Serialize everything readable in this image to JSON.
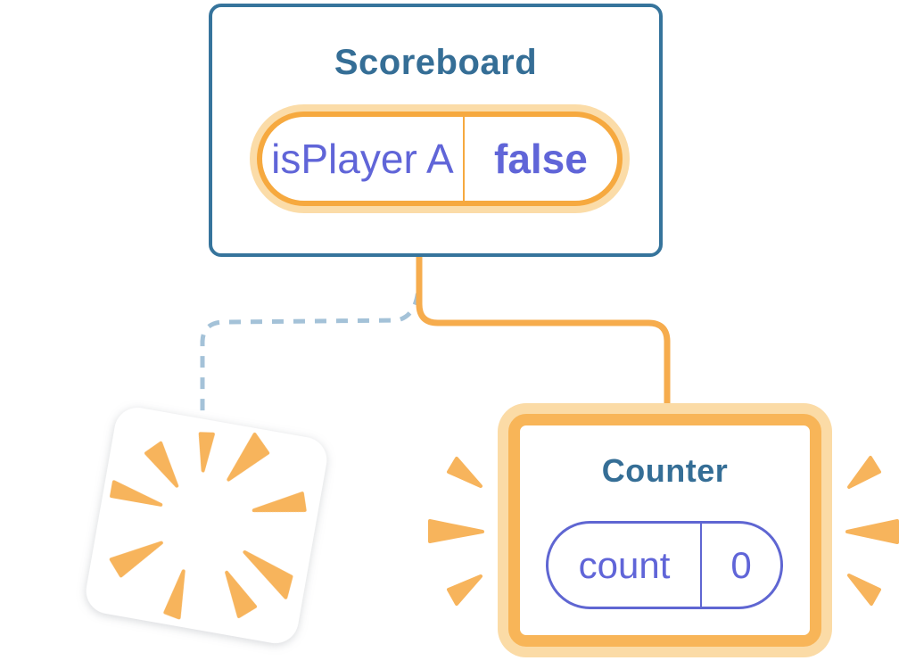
{
  "diagram": {
    "scoreboard": {
      "title": "Scoreboard",
      "state": {
        "label": "isPlayer A",
        "value": "false"
      }
    },
    "counter": {
      "title": "Counter",
      "state": {
        "label": "count",
        "value": "0"
      }
    }
  },
  "icons": {
    "sparkle": "sparkle-icon",
    "poof": "poof-burst-icon",
    "emphasis": "emphasis-rays-icon"
  },
  "colors": {
    "card_border_blue": "#36749C",
    "title_teal": "#356E96",
    "state_purple": "#6065D8",
    "count_pill_border": "#5F66D2",
    "orange_solid": "#F6A93F",
    "orange_halo": "#FBDCA8",
    "orange_ray": "#F7B45C",
    "connector_orange": "#F6AC4D",
    "connector_dashed_blue": "#A4C2D8",
    "background": "#FFFFFF"
  }
}
